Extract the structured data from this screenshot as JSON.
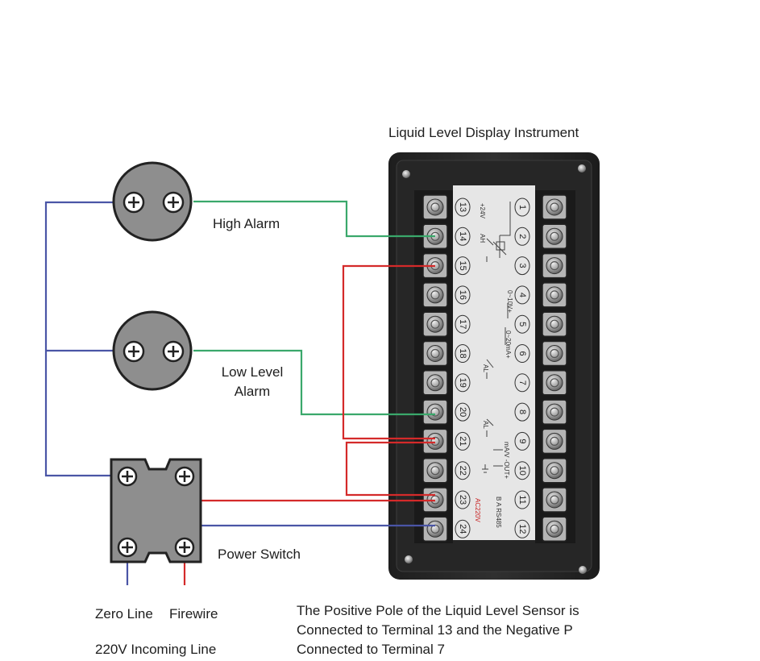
{
  "instrument": {
    "title": "Liquid Level Display Instrument",
    "left_terminals": [
      "13",
      "14",
      "15",
      "16",
      "17",
      "18",
      "19",
      "20",
      "21",
      "22",
      "23",
      "24"
    ],
    "right_terminals": [
      "1",
      "2",
      "3",
      "4",
      "5",
      "6",
      "7",
      "8",
      "9",
      "10",
      "11",
      "12"
    ],
    "panel_labels": {
      "v24": "+24V",
      "v10": "0~10V+",
      "ma20": "0~20mA+",
      "out": "mA/V\n-OUT+",
      "rs485": "B   A\nRS485",
      "ac220": "AC220V",
      "ah": "AH",
      "al": "AL"
    }
  },
  "labels": {
    "high_alarm": "High Alarm",
    "low_level_alarm_line1": "Low Level",
    "low_level_alarm_line2": "Alarm",
    "power_switch": "Power Switch",
    "zero_line": "Zero Line",
    "firewire": "Firewire",
    "incoming_line": "220V Incoming Line",
    "note_line1": "The Positive Pole of the Liquid Level Sensor is",
    "note_line2": "Connected to Terminal 13 and the Negative P",
    "note_line3": "Connected to Terminal 7"
  },
  "colors": {
    "green_wire": "#3aa86b",
    "red_wire": "#d42a2a",
    "blue_wire": "#4a55a6",
    "alarm_body": "#8e8e8e",
    "case": "#2a2a2a",
    "panel": "#e4e4e4"
  }
}
